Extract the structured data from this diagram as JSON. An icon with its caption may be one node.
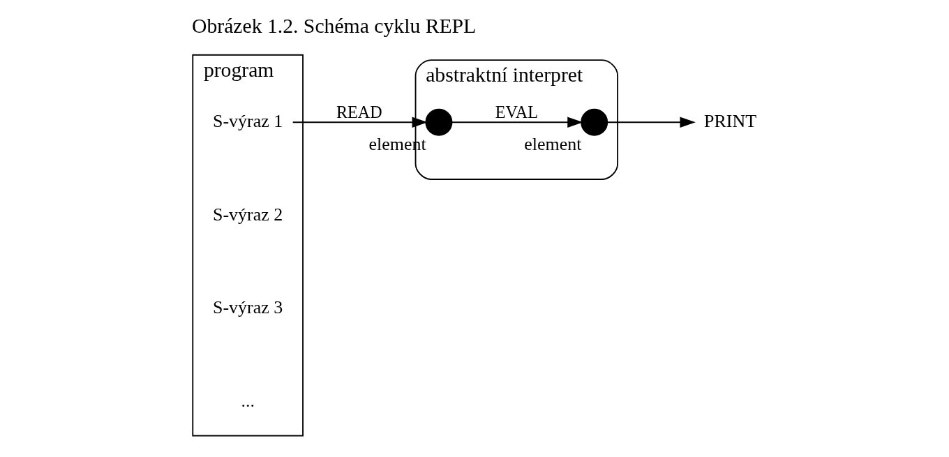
{
  "diagram": {
    "caption": "Obrázek 1.2. Schéma cyklu REPL",
    "nodes": [
      {
        "text": [
          "program"
        ]
      },
      {
        "text": [
          "S-výraz 1"
        ],
        "in": 0
      },
      {
        "text": [
          "S-výraz 2"
        ],
        "in": 0
      },
      {
        "text": [
          "S-výraz 3"
        ],
        "in": 0
      },
      {
        "text": [
          "..."
        ],
        "in": 0
      },
      {
        "text": [
          "abstraktní interpret"
        ]
      },
      {
        "text": [],
        "shape": "circle",
        "in": 5,
        "beside": [
          "element"
        ]
      },
      {
        "text": [],
        "shape": "circle",
        "in": 5,
        "beside": [
          "element"
        ]
      },
      {
        "text": [
          "PRINT"
        ]
      }
    ],
    "edges": [
      {
        "from": 1,
        "to": 6,
        "arrow": "to",
        "label": "READ"
      },
      {
        "from": 6,
        "to": 7,
        "arrow": "to",
        "label": "EVAL"
      },
      {
        "from": 7,
        "to": 8,
        "arrow": "to"
      }
    ]
  }
}
